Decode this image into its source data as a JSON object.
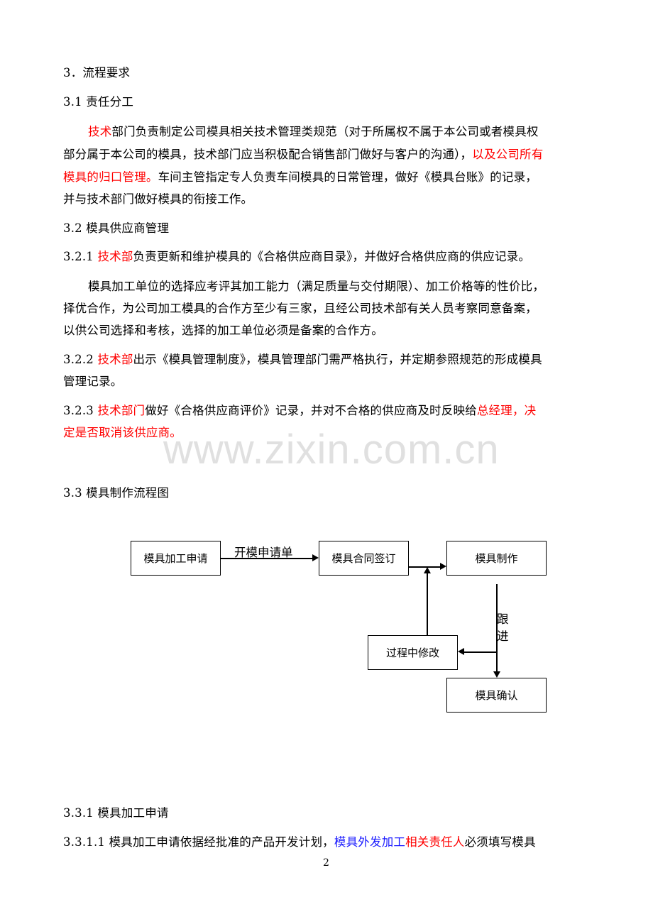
{
  "section_3": {
    "heading": "3．流程要求"
  },
  "section_3_1": {
    "heading": "3.1 责任分工",
    "para": {
      "l1_red": "技术",
      "l1_rest": "部门负责制定公司模具相关技术管理类规范（对于所属权不属于本公司或者模具权",
      "l2_black": "部分属于本公司的模具，技术部门应当积极配合销售部门做好与客户的沟通），",
      "l2_red": "以及公司所有",
      "l3_red": "模具的归口管理。",
      "l3_black": "车间主管指定专人负责车间模具的日常管理，做好《模具台账》的记录，",
      "l4": "并与技术部门做好模具的衔接工作。"
    }
  },
  "section_3_2": {
    "heading": "3.2 模具供应商管理",
    "item_3_2_1": {
      "num": "3.2.1 ",
      "red": "技术部",
      "rest": "负责更新和维护模具的《合格供应商目录》，并做好合格供应商的供应记录。"
    },
    "para": {
      "l1": "模具加工单位的选择应考评其加工能力（满足质量与交付期限）、加工价格等的性价比，",
      "l2": "择优合作，为公司加工模具的合作方至少有三家，且经公司技术部有关人员考察同意备案，",
      "l3": "以供公司选择和考核，选择的加工单位必须是备案的合作方。"
    },
    "item_3_2_2": {
      "num": "3.2.2 ",
      "red": "技术部",
      "rest": "出示《模具管理制度》，模具管理部门需严格执行，并定期参照规范的形成模具",
      "l2": "管理记录。"
    },
    "item_3_2_3": {
      "num": "3.2.3 ",
      "red": "技术部门",
      "mid": "做好《合格供应商评价》记录，并对不合格的供应商及时反映给",
      "red2": "总经理，决",
      "l2_red": "定是否取消该供应商。"
    }
  },
  "watermark": "www.zixin.com.cn",
  "section_3_3": {
    "heading": "3.3 模具制作流程图",
    "flowchart": {
      "nodes": [
        {
          "id": "apply",
          "label": "模具加工申请"
        },
        {
          "id": "contract",
          "label": "模具合同签订"
        },
        {
          "id": "make",
          "label": "模具制作"
        },
        {
          "id": "modify",
          "label": "过程中修改"
        },
        {
          "id": "confirm",
          "label": "模具确认"
        }
      ],
      "edges": [
        {
          "from": "apply",
          "to": "contract",
          "label": "开模申请单"
        },
        {
          "from": "contract",
          "to": "make",
          "label": ""
        },
        {
          "from": "make",
          "to": "confirm",
          "label": "跟进"
        },
        {
          "from": "make",
          "to": "modify",
          "label": ""
        },
        {
          "from": "modify",
          "to": "contract_make_link",
          "label": ""
        }
      ],
      "follow_label_1": "跟",
      "follow_label_2": "进"
    }
  },
  "section_3_3_1": {
    "heading": "3.3.1 模具加工申请",
    "item_3_3_1_1": {
      "num": "3.3.1.1 ",
      "black": "模具加工申请依据经批准的产品开发计划，",
      "blue": "模具外发加工",
      "red": "相关责任人",
      "rest": "必须填写模具"
    }
  },
  "footer": {
    "page_number": "2"
  }
}
